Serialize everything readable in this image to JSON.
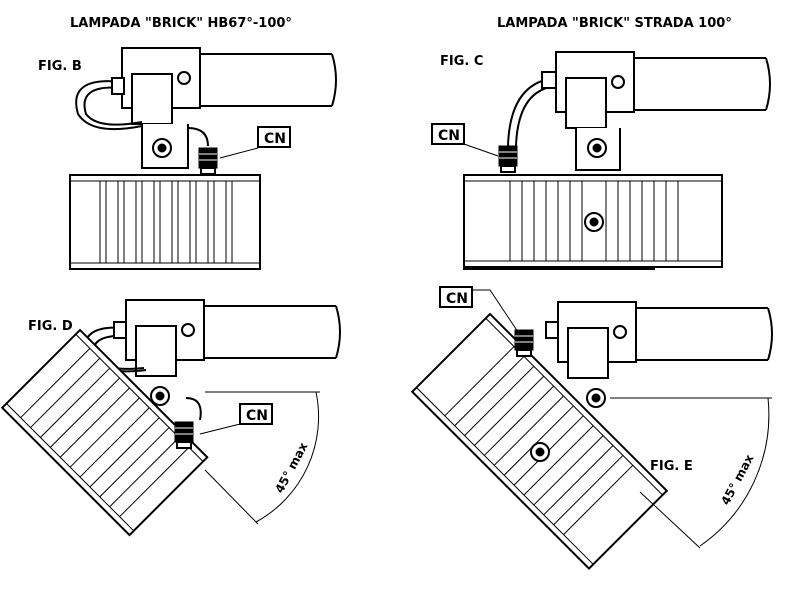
{
  "titles": {
    "left": "LAMPADA \"BRICK\" HB67°-100°",
    "right": "LAMPADA \"BRICK\" STRADA 100°"
  },
  "figures": {
    "b": {
      "label": "FIG. B",
      "connector": "CN"
    },
    "c": {
      "label": "FIG. C",
      "connector": "CN"
    },
    "d": {
      "label": "FIG. D",
      "connector": "CN",
      "angle_note": "45° max"
    },
    "e": {
      "label": "FIG. E",
      "connector": "CN",
      "angle_note": "45° max"
    }
  }
}
